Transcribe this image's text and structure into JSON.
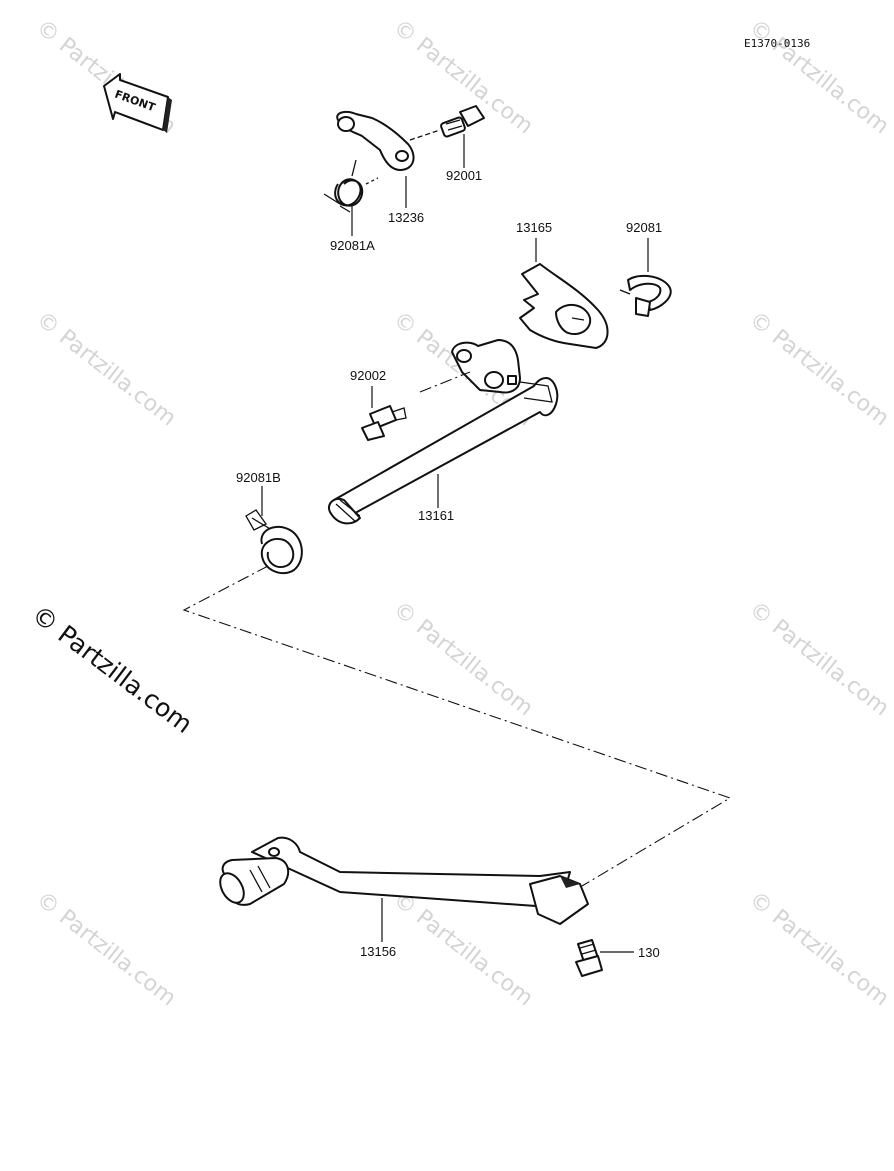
{
  "diagram": {
    "code": "E1370-0136",
    "front_label": "FRONT",
    "parts": {
      "p92001": "92001",
      "p13236": "13236",
      "p92081A": "92081A",
      "p13165": "13165",
      "p92081": "92081",
      "p92002": "92002",
      "p92081B": "92081B",
      "p13161": "13161",
      "p13156": "13156",
      "p130": "130"
    }
  },
  "watermark": {
    "text": "© Partzilla.com",
    "small_text": "© Partzilla.com"
  }
}
